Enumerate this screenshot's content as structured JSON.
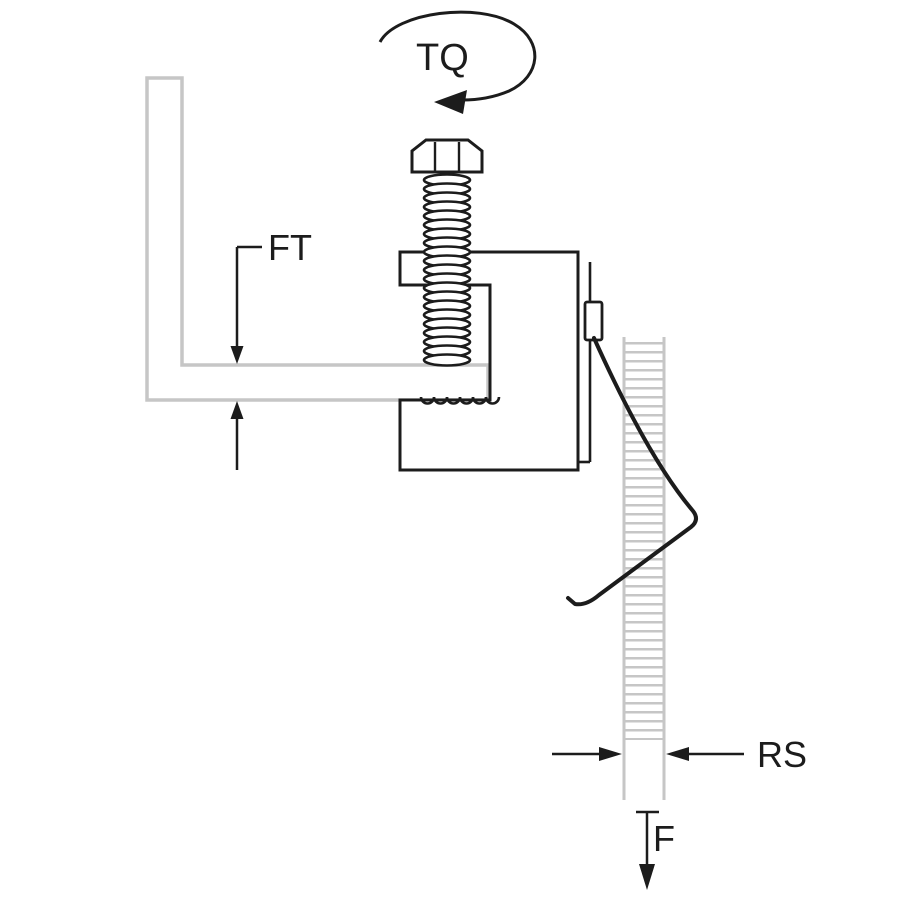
{
  "diagram": {
    "labels": {
      "torque": "TQ",
      "flange_thickness": "FT",
      "rod_size": "RS",
      "force": "F"
    },
    "colors": {
      "line": "#1c1c1c",
      "secondary_gray": "#c6c6c6",
      "background": "#ffffff"
    }
  }
}
